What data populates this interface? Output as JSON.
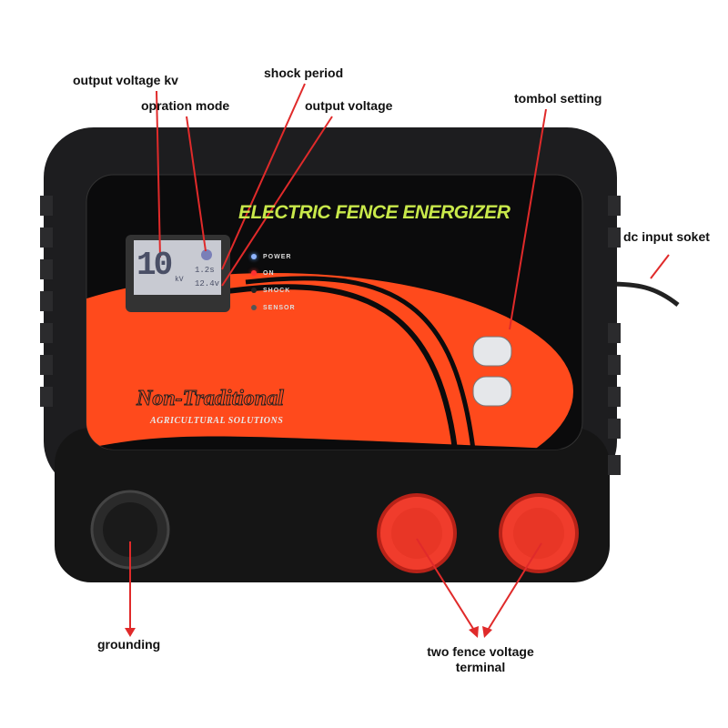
{
  "annotations": {
    "output_voltage_kv": "output voltage kv",
    "operation_mode": "opration mode",
    "shock_period": "shock period",
    "output_voltage": "output voltage",
    "setting_button": "tombol setting",
    "dc_input": "dc input soket",
    "grounding": "grounding",
    "fence_terminal_line1": "two fence voltage",
    "fence_terminal_line2": "terminal"
  },
  "device": {
    "title": "ELECTRIC FENCE ENERGIZER",
    "brand": "Non-Traditional",
    "brand_sub": "AGRICULTURAL SOLUTIONS",
    "lcd": {
      "kv_value": "10",
      "kv_unit": "kV",
      "period": "1.2s",
      "voltage": "12.4v"
    },
    "indicators": [
      "POWER",
      "ON",
      "SHOCK",
      "SENSOR"
    ]
  },
  "colors": {
    "annotation": "#e02a2a",
    "accent": "#ff4a1c",
    "title": "#c8e84a",
    "knob": "#f03c2c"
  }
}
